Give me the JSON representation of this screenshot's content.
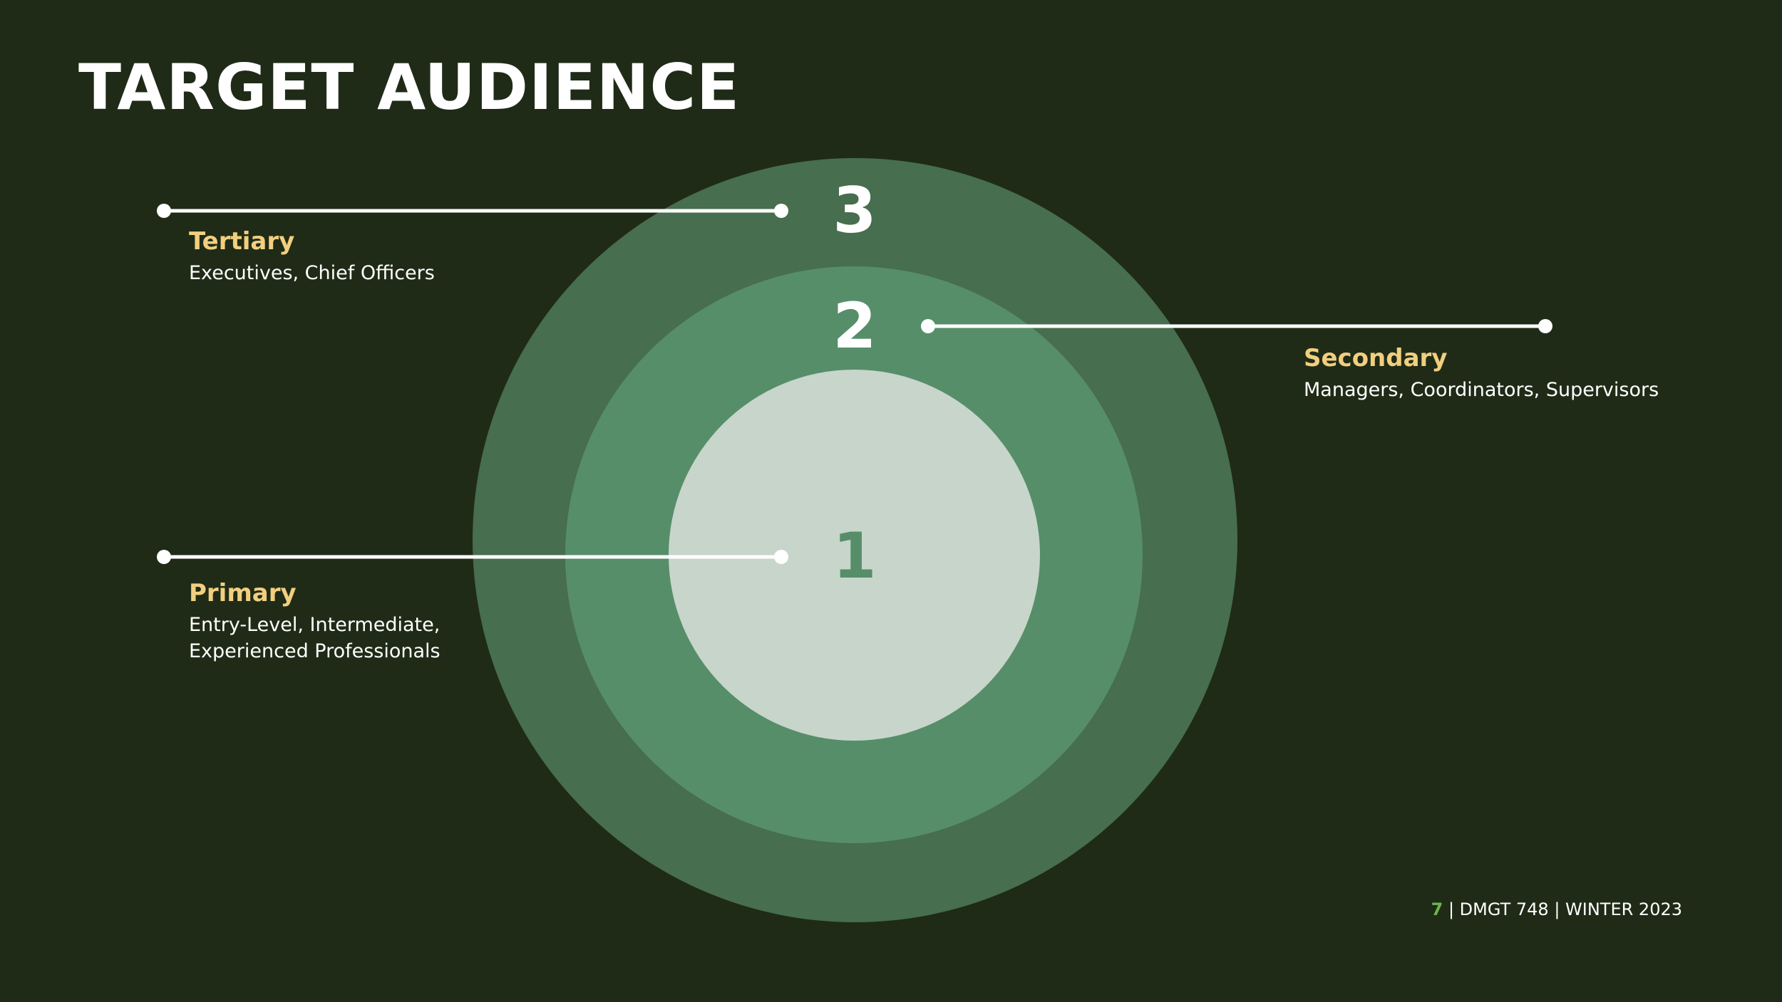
{
  "slide": {
    "title": "TARGET AUDIENCE",
    "rings": {
      "outer_number": "3",
      "middle_number": "2",
      "inner_number": "1",
      "outer_color": "#476e4e",
      "middle_color": "#568e69",
      "inner_color": "#c8d5ca"
    },
    "labels": {
      "tertiary": {
        "heading": "Tertiary",
        "description": "Executives, Chief Officers"
      },
      "secondary": {
        "heading": "Secondary",
        "description": "Managers, Coordinators, Supervisors"
      },
      "primary": {
        "heading": "Primary",
        "description_line1": "Entry-Level, Intermediate,",
        "description_line2": "Experienced Professionals"
      }
    },
    "footer": {
      "page_number": "7",
      "text": " | DMGT 748 | WINTER 2023"
    },
    "colors": {
      "background": "#1f2b17",
      "heading_accent": "#f1cf7f",
      "page_number_accent": "#6bb54f"
    }
  }
}
